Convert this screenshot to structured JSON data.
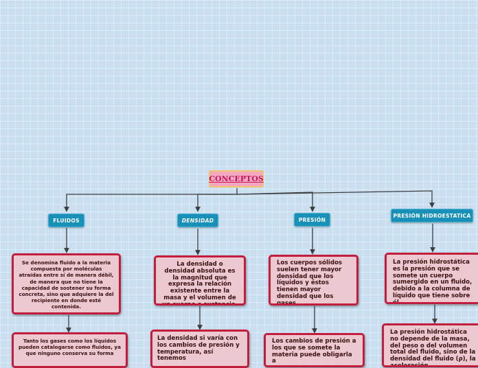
{
  "root": {
    "label": "CONCEPTOS"
  },
  "categories": [
    {
      "label": "FLUIDOS"
    },
    {
      "label": "DENSIDAD"
    },
    {
      "label": "PRESIÓN"
    },
    {
      "label": "PRESIÓN HIDROESTATICA"
    }
  ],
  "cards": {
    "fluidos_1": "Se denomina fluido a la materia compuesta por moléculas atraídas entre sí de manera débil, de manera que no tiene la capacidad de sostener su forma concreta, sino que adquiere la del recipiente en donde esté contenida.",
    "fluidos_2": "Tanto los gases como los líquidos pueden catalogarse como fluidos, ya que ninguno conserva su forma",
    "densidad_1": "La densidad o densidad absoluta es la magnitud que expresa la relación existente entre la masa y el volumen de un cuerpo o sustancia.",
    "densidad_2": "La densidad si varía con los cambios de presión y temperatura, así tenemos",
    "presion_1": "Los cuerpos sólidos suelen tener mayor densidad que los líquidos y éstos tienen mayor densidad que los gases.",
    "presion_2": "Los cambios de presión a los que se somete la materia puede obligarla a",
    "hidro_1": "La presión hidrostática es la presión que se somete un cuerpo sumergido en un fluido, debido a la columna de líquido que tiene sobre él.",
    "hidro_2": "La presión hidrostática no depende de la masa, del peso o del volumen total del fluido, sino de la densidad del fluido (ρ), la aceleración"
  }
}
